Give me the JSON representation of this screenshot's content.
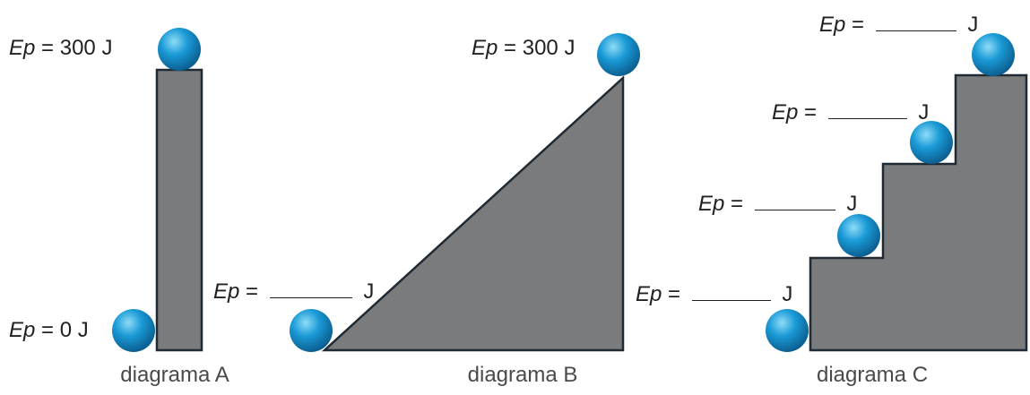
{
  "colors": {
    "block_fill": "#7a7b7d",
    "block_stroke": "#1f2a33",
    "ball_light": "#8fdcf7",
    "ball_mid": "#1a9ad6",
    "ball_dark": "#0b5d8e"
  },
  "labels": {
    "var": "Ep",
    "eq": "=",
    "unit": "J",
    "a_top_value": "300",
    "a_bottom_value": "0",
    "b_top_value": "300"
  },
  "captions": {
    "a": "diagrama A",
    "b": "diagrama B",
    "c": "diagrama C"
  }
}
